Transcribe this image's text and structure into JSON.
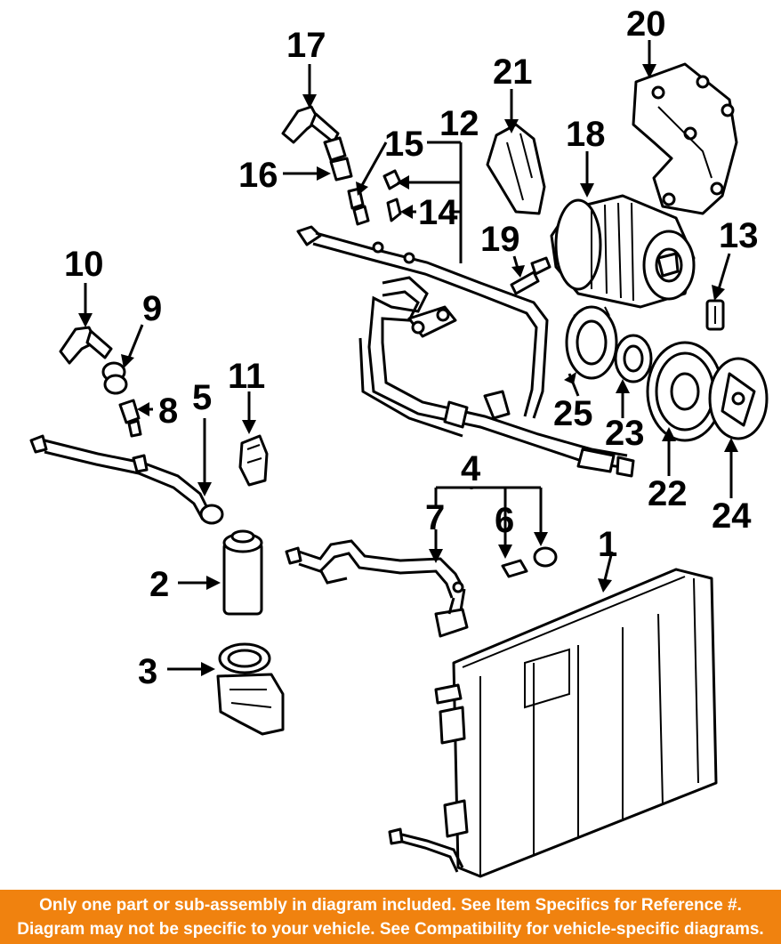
{
  "callouts": {
    "n1": "1",
    "n2": "2",
    "n3": "3",
    "n4": "4",
    "n5": "5",
    "n6": "6",
    "n7": "7",
    "n8": "8",
    "n9": "9",
    "n10": "10",
    "n11": "11",
    "n12": "12",
    "n13": "13",
    "n14": "14",
    "n15": "15",
    "n16": "16",
    "n17": "17",
    "n18": "18",
    "n19": "19",
    "n20": "20",
    "n21": "21",
    "n22": "22",
    "n23": "23",
    "n24": "24",
    "n25": "25"
  },
  "footer": {
    "line1": "Only one part or sub-assembly in diagram included. See Item Specifics for Reference #.",
    "line2": "Diagram may not be specific to your vehicle. See Compatibility for vehicle-specific diagrams."
  },
  "colors": {
    "footer_bg": "#f0820f",
    "footer_text": "#ffffff",
    "line": "#000000"
  }
}
